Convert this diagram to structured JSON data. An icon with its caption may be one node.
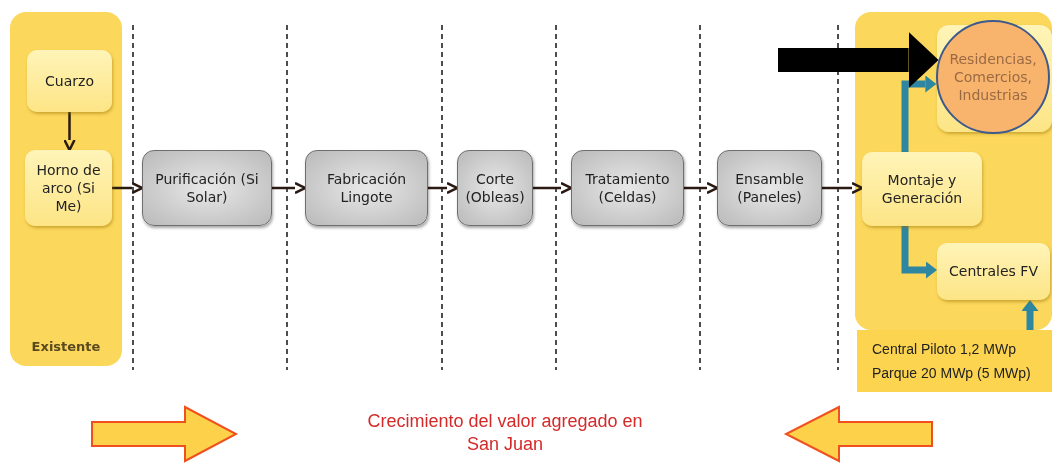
{
  "diagram": {
    "caption": "Crecimiento del valor agregado en San Juan",
    "nodes": [
      {
        "text": [
          "Existente"
        ]
      },
      {
        "text": [
          "Cuarzo"
        ],
        "in": 0
      },
      {
        "text": [
          "Horno de arco (Si Me)"
        ],
        "in": 0
      },
      {
        "text": [
          "Purificación (Si Solar)"
        ]
      },
      {
        "text": [
          "Fabricación Lingote"
        ]
      },
      {
        "text": [
          "Corte (Obleas)"
        ]
      },
      {
        "text": [
          "Tratamiento (Celdas)"
        ]
      },
      {
        "text": [
          "Ensamble (Paneles)"
        ]
      },
      {
        "text": [],
        "shape": "box"
      },
      {
        "text": [
          "Montaje y Generación"
        ],
        "in": 8
      },
      {
        "text": [
          "Residencias, Comercios, Industrias"
        ],
        "in": 8
      },
      {
        "text": [
          "Centrales FV"
        ],
        "in": 8
      },
      {
        "text": [
          "Central Piloto 1,2 MWp",
          "Parque 20 MWp (5 MWp)"
        ]
      }
    ],
    "edges": [
      {
        "from": 1,
        "to": 2,
        "arrow": "to"
      },
      {
        "from": 2,
        "to": 3,
        "arrow": "to"
      },
      {
        "from": 3,
        "to": 4,
        "arrow": "to"
      },
      {
        "from": 4,
        "to": 5,
        "arrow": "to"
      },
      {
        "from": 5,
        "to": 6,
        "arrow": "to"
      },
      {
        "from": 6,
        "to": 7,
        "arrow": "to"
      },
      {
        "from": 7,
        "to": 9,
        "arrow": "to"
      },
      {
        "from": 9,
        "to": 10,
        "arrow": "to",
        "style": "thick",
        "color": "#2e86a0"
      },
      {
        "from": 9,
        "to": 11,
        "arrow": "to",
        "style": "thick",
        "color": "#2e86a0"
      },
      {
        "from": 12,
        "to": 11,
        "arrow": "to",
        "style": "thick",
        "color": "#2e86a0"
      },
      {
        "from": null,
        "to": 10,
        "arrow": "to",
        "style": "thick",
        "color": "#000000"
      }
    ]
  }
}
